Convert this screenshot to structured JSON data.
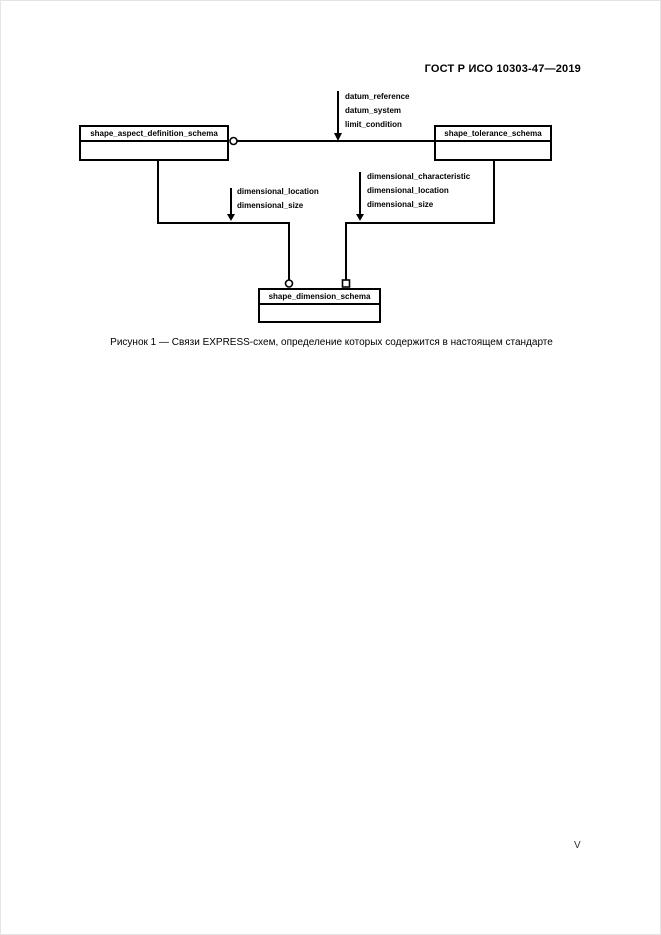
{
  "page": {
    "header": "ГОСТ Р ИСО 10303-47—2019",
    "page_number": "V"
  },
  "figure": {
    "caption": "Рисунок 1 — Связи EXPRESS-схем, определение которых содержится в настоящем стандарте",
    "boxes": {
      "left": {
        "title": "shape_aspect_definition_schema"
      },
      "right": {
        "title": "shape_tolerance_schema"
      },
      "bottom": {
        "title": "shape_dimension_schema"
      }
    },
    "edge_labels": {
      "top": [
        "datum_reference",
        "datum_system",
        "limit_condition"
      ],
      "left": [
        "dimensional_location",
        "dimensional_size"
      ],
      "right": [
        "dimensional_characteristic",
        "dimensional_location",
        "dimensional_size"
      ]
    }
  }
}
